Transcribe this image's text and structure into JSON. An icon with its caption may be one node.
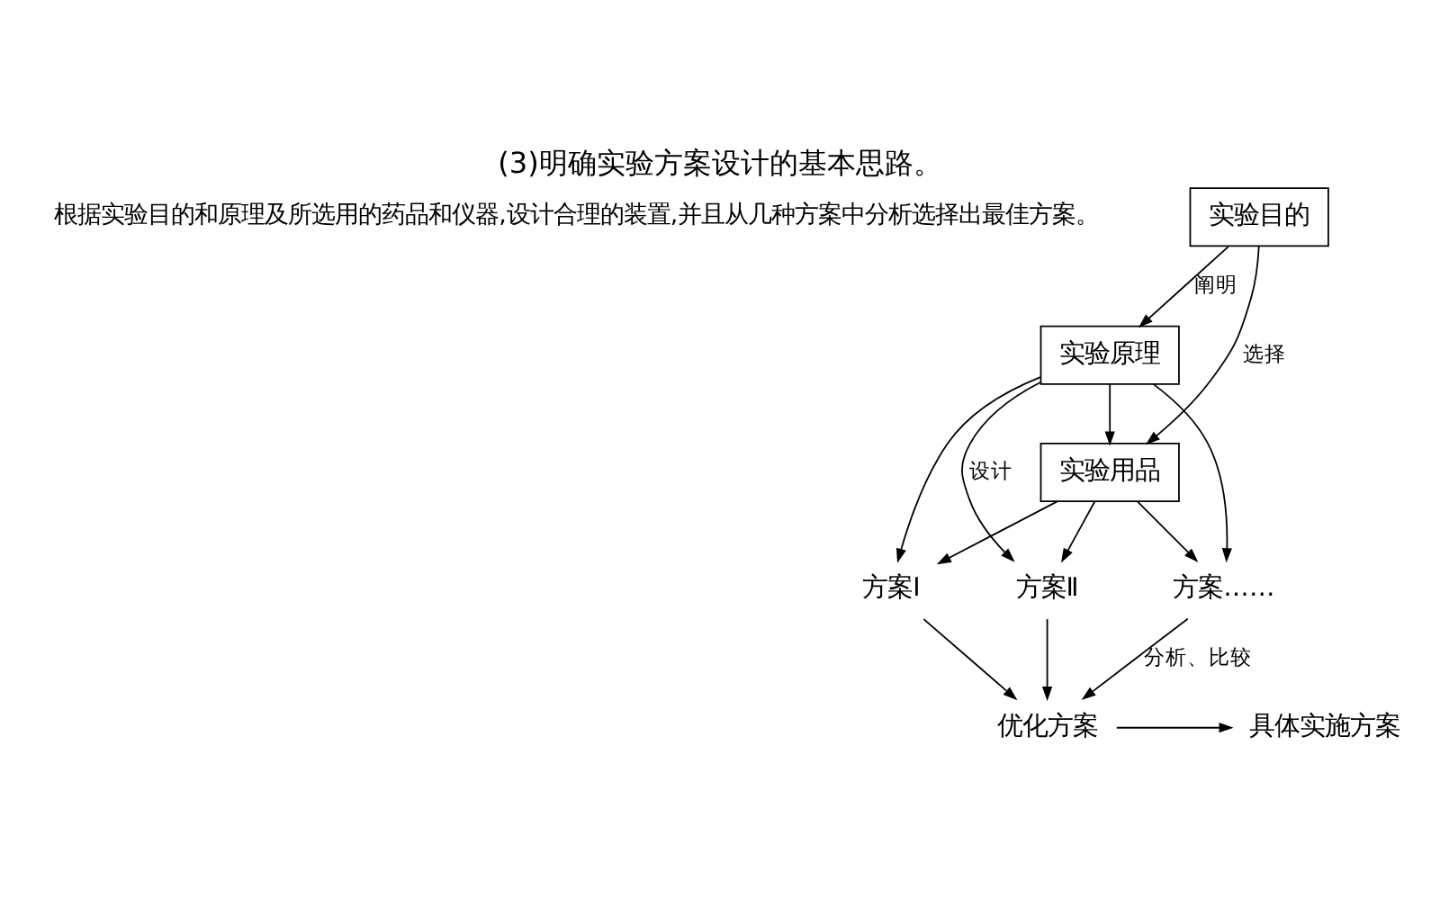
{
  "diagram": {
    "title": "(3)明确实验方案设计的基本思路。",
    "nodes": [
      {
        "text": [
          "实验目的"
        ]
      },
      {
        "text": [
          "实验原理"
        ]
      },
      {
        "text": [
          "实验用品"
        ]
      },
      {
        "text": [
          "方案Ⅰ"
        ]
      },
      {
        "text": [
          "方案Ⅱ"
        ]
      },
      {
        "text": [
          "方案……"
        ]
      },
      {
        "text": [
          "优化方案"
        ]
      },
      {
        "text": [
          "具体实施方案"
        ]
      }
    ],
    "edges": [
      {
        "from": 0,
        "to": 1,
        "arrow": "to",
        "label": "阐明"
      },
      {
        "from": 0,
        "to": 2,
        "arrow": "to",
        "label": "选择"
      },
      {
        "from": 1,
        "to": 2,
        "arrow": "to"
      },
      {
        "from": 1,
        "to": 3,
        "arrow": "to"
      },
      {
        "from": 1,
        "to": 4,
        "arrow": "to",
        "label": "设计"
      },
      {
        "from": 1,
        "to": 5,
        "arrow": "to"
      },
      {
        "from": 2,
        "to": 3,
        "arrow": "to"
      },
      {
        "from": 2,
        "to": 4,
        "arrow": "to"
      },
      {
        "from": 2,
        "to": 5,
        "arrow": "to"
      },
      {
        "from": 3,
        "to": 6,
        "arrow": "to"
      },
      {
        "from": 4,
        "to": 6,
        "arrow": "to"
      },
      {
        "from": 5,
        "to": 6,
        "arrow": "to",
        "label": "分析、比较"
      },
      {
        "from": 6,
        "to": 7,
        "arrow": "to"
      }
    ],
    "labels": [
      "根据实验目的和原理及所选用的药品和仪器,设计合理的装置,并且从几种方案中分析选择出最佳方案。"
    ]
  }
}
